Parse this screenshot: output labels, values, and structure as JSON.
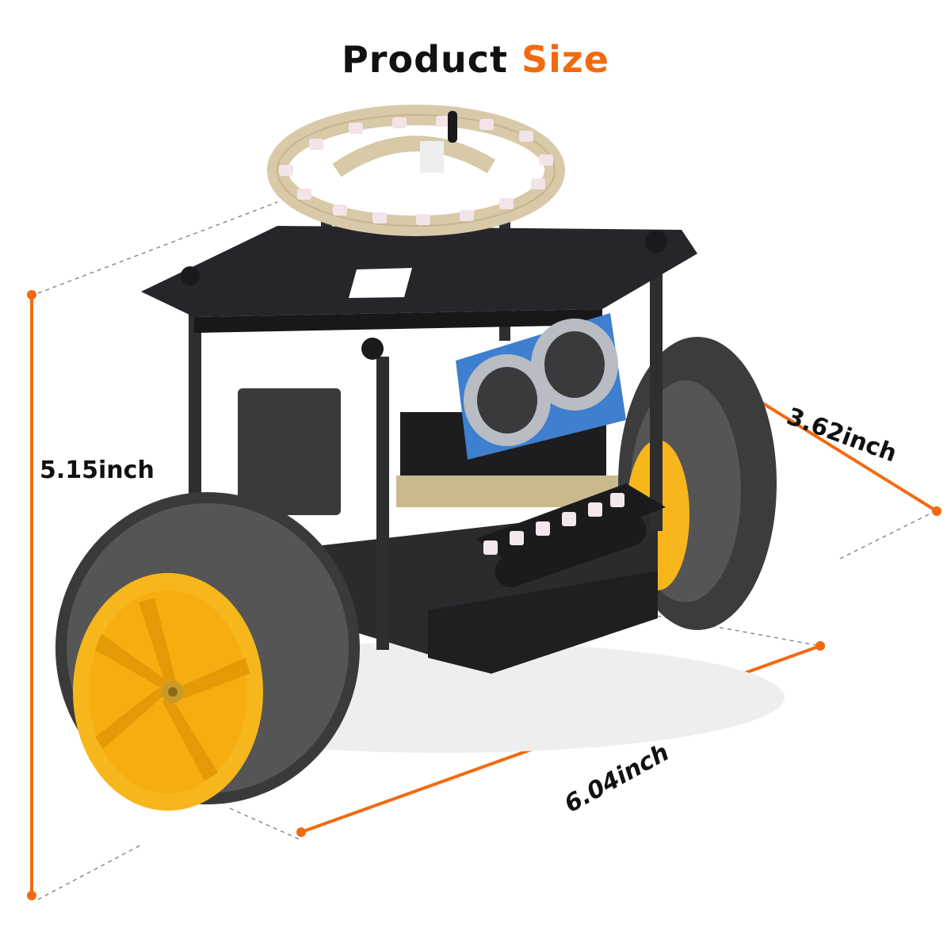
{
  "title": {
    "part1": "Product",
    "part2": "Size"
  },
  "dimensions": {
    "height": "5.15inch",
    "depth": "3.62inch",
    "width": "6.04inch"
  },
  "colors": {
    "accent": "#f26a10",
    "text": "#111111",
    "wheel_hub": "#f7b61c",
    "tire": "#4a4a4a",
    "chassis": "#2b2b2e",
    "sensor_board": "#3e7fcf"
  },
  "icons": {
    "hero": "self-balancing-robot-car"
  }
}
